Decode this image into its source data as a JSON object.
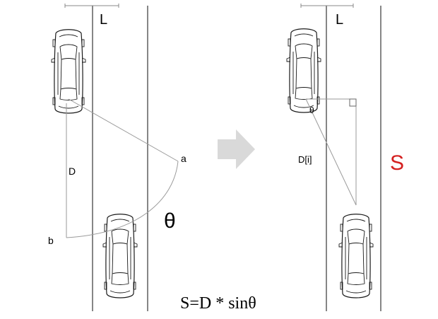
{
  "left_panel": {
    "lane_label": "L",
    "point_a": "a",
    "point_b": "b",
    "distance_label": "D",
    "angle_label": "θ"
  },
  "right_panel": {
    "lane_label": "L",
    "angle_label": "θ",
    "distance_label": "D[i]",
    "offset_label": "S"
  },
  "formula": "S=D * sinθ",
  "colors": {
    "offset_label": "#d42020",
    "arrow": "#d9d9d9"
  }
}
